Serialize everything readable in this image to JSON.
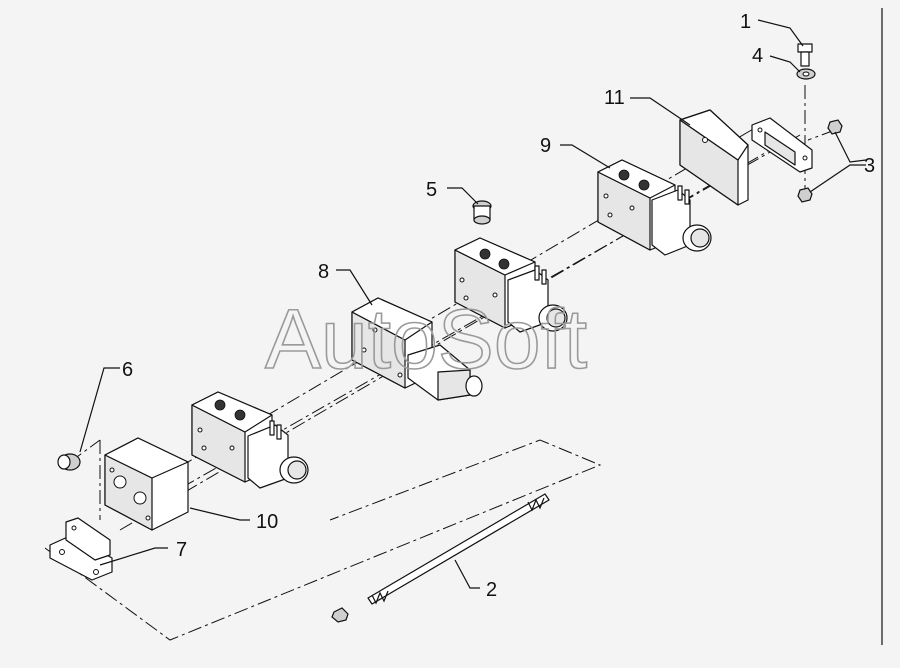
{
  "watermark": "AutoSoft",
  "callouts": [
    {
      "id": "callout-1",
      "text": "1"
    },
    {
      "id": "callout-2",
      "text": "2"
    },
    {
      "id": "callout-3",
      "text": "3"
    },
    {
      "id": "callout-4",
      "text": "4"
    },
    {
      "id": "callout-5",
      "text": "5"
    },
    {
      "id": "callout-6",
      "text": "6"
    },
    {
      "id": "callout-7",
      "text": "7"
    },
    {
      "id": "callout-8",
      "text": "8"
    },
    {
      "id": "callout-9",
      "text": "9"
    },
    {
      "id": "callout-10",
      "text": "10"
    },
    {
      "id": "callout-11",
      "text": "11"
    }
  ]
}
